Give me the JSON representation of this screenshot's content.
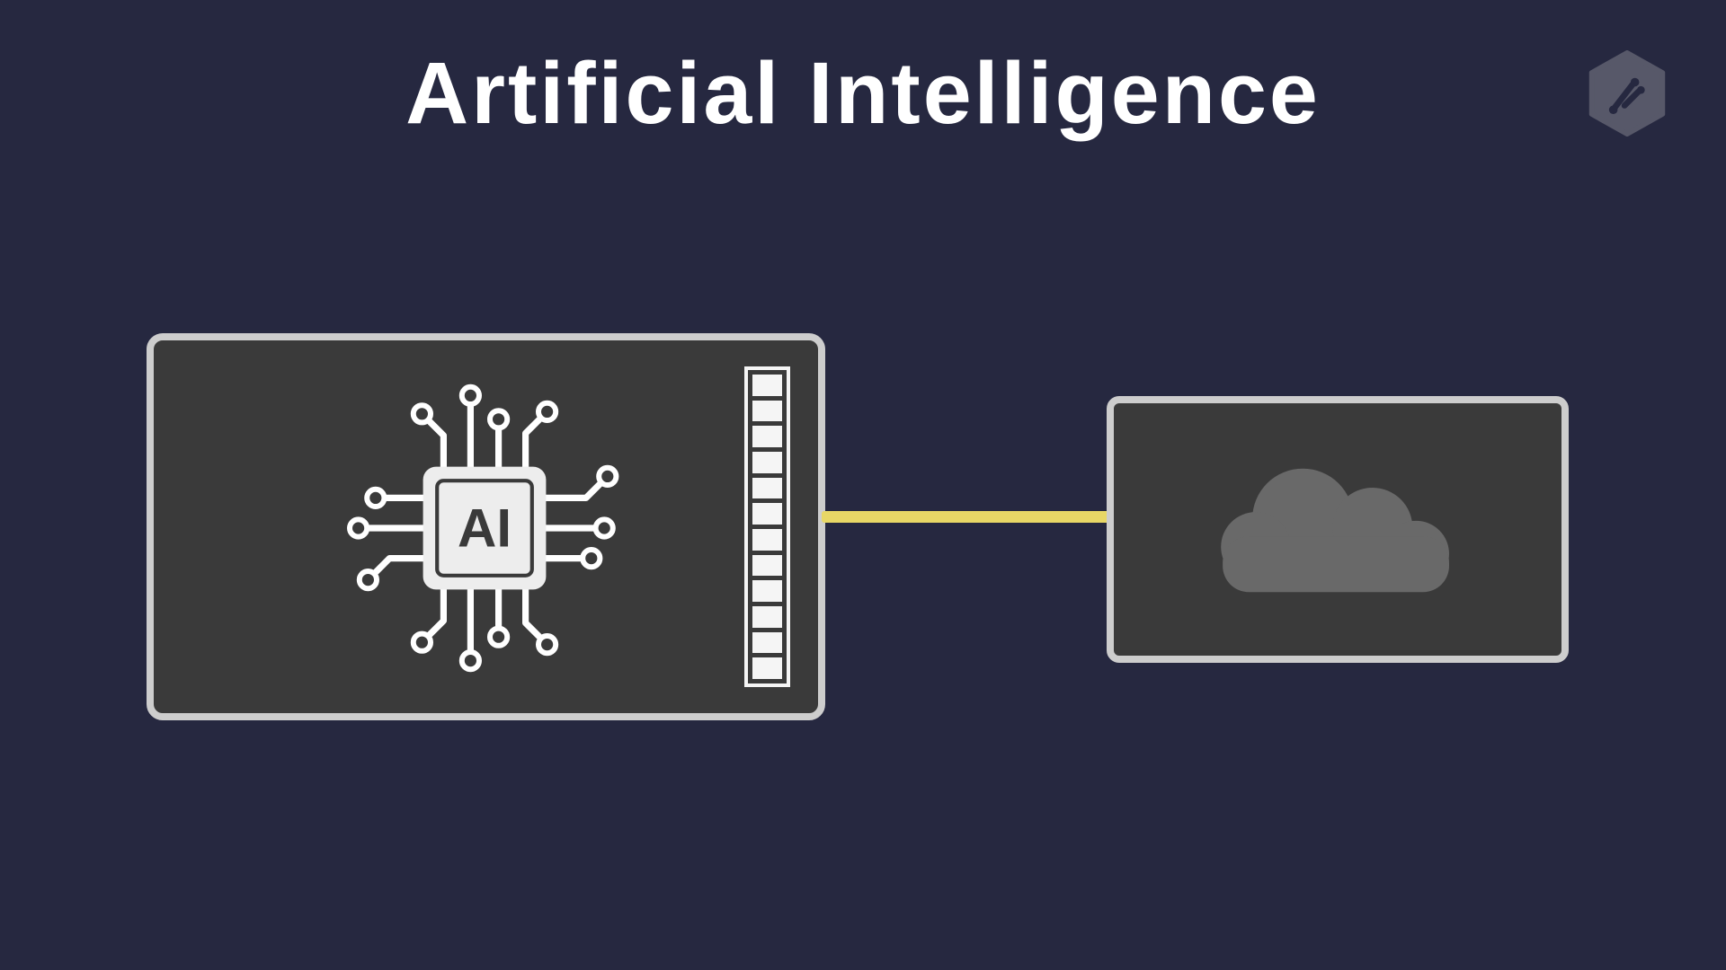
{
  "page": {
    "title": "Artificial Intelligence"
  },
  "header": {
    "logo_icon": "hexagon-brand-logo"
  },
  "diagram": {
    "ai_board": {
      "chip_label": "AI",
      "chip_icon": "ai-microchip-icon",
      "pin_segments": 12
    },
    "cloud_board": {
      "icon": "cloud-icon"
    },
    "connector": {
      "type": "wire",
      "color": "#e8d766"
    }
  },
  "colors": {
    "background": "#262840",
    "board_fill": "#3a3a3a",
    "board_border": "#cdcdcd",
    "title_text": "#ffffff",
    "accent_yellow": "#e8d766",
    "cloud_gray": "#696969",
    "logo_gray": "#575869",
    "chip_body": "#ededed",
    "pin_white": "#f5f5f5"
  }
}
